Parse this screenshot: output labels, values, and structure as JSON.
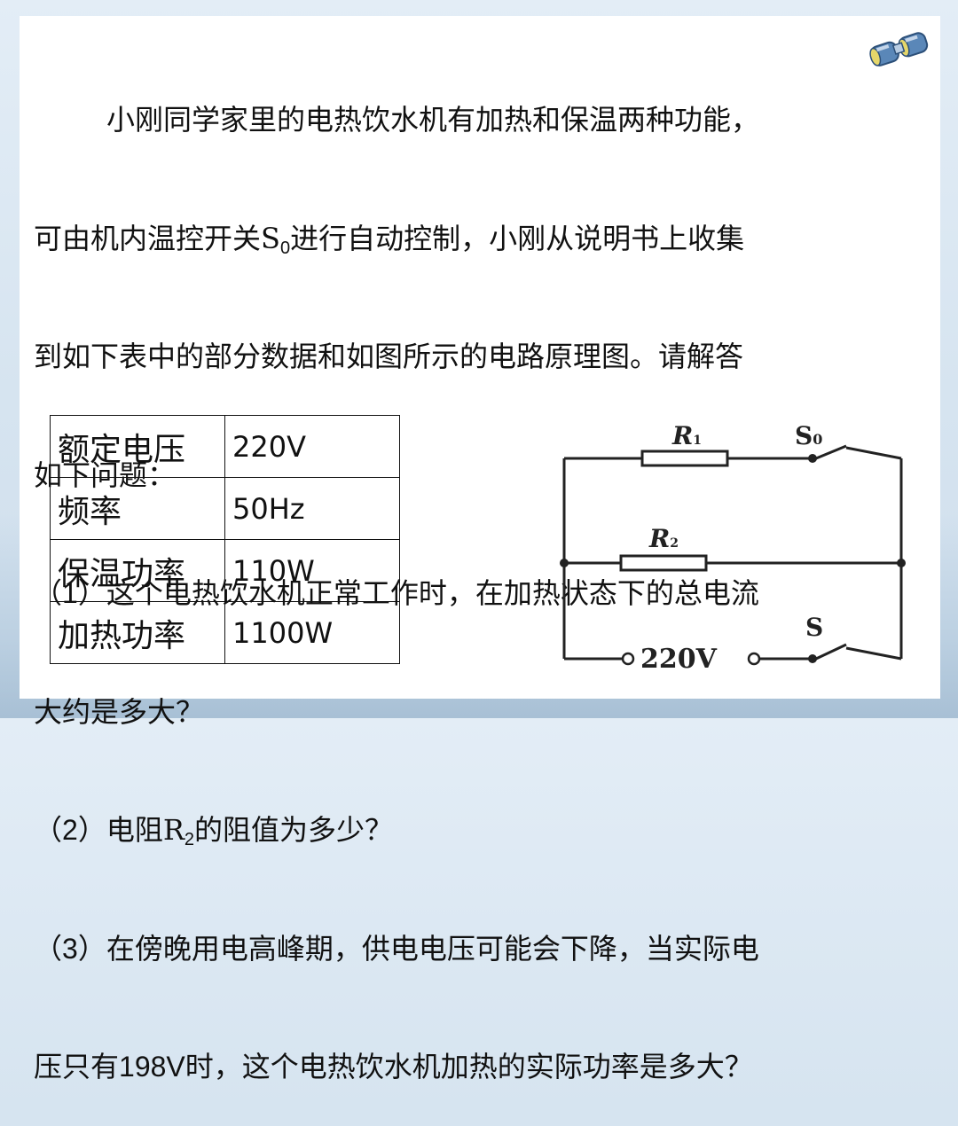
{
  "problem": {
    "intro_line1": "小刚同学家里的电热饮水机有加热和保温两种功能，",
    "intro_line2_pre": "可由机内温控开关S",
    "intro_line2_sub": "0",
    "intro_line2_post": "进行自动控制，小刚从说明书上收集",
    "intro_line3": "到如下表中的部分数据和如图所示的电路原理图。请解答",
    "intro_line4": "如下问题：",
    "q1_line1_pre": "（",
    "q1_num": "1",
    "q1_line1_post": "）这个电热饮水机正常工作时，在加热状态下的总电流",
    "q1_line2": "大约是多大？",
    "q2_pre": "（",
    "q2_num": "2",
    "q2_mid": "）电阻R",
    "q2_sub": "2",
    "q2_post": "的阻值为多少？",
    "q3_line1_pre": "（",
    "q3_num": "3",
    "q3_line1_post": "）在傍晚用电高峰期，供电电压可能会下降，当实际电",
    "q3_line2_pre": "压只有",
    "q3_voltage": "198V",
    "q3_line2_post": "时，这个电热饮水机加热的实际功率是多大？"
  },
  "spec_table": [
    {
      "label": "额定电压",
      "value": "220V"
    },
    {
      "label": "频率",
      "value": "50Hz"
    },
    {
      "label": "保温功率",
      "value": "110W"
    },
    {
      "label": "加热功率",
      "value": "1100W"
    }
  ],
  "circuit": {
    "r1_letter": "R",
    "r1_sub": "1",
    "r2_letter": "R",
    "r2_sub": "2",
    "s0_letter": "S",
    "s0_sub": "0",
    "s_label": "S",
    "supply_label": "220V"
  },
  "icons": {
    "corner_icon": "binoculars-icon"
  }
}
